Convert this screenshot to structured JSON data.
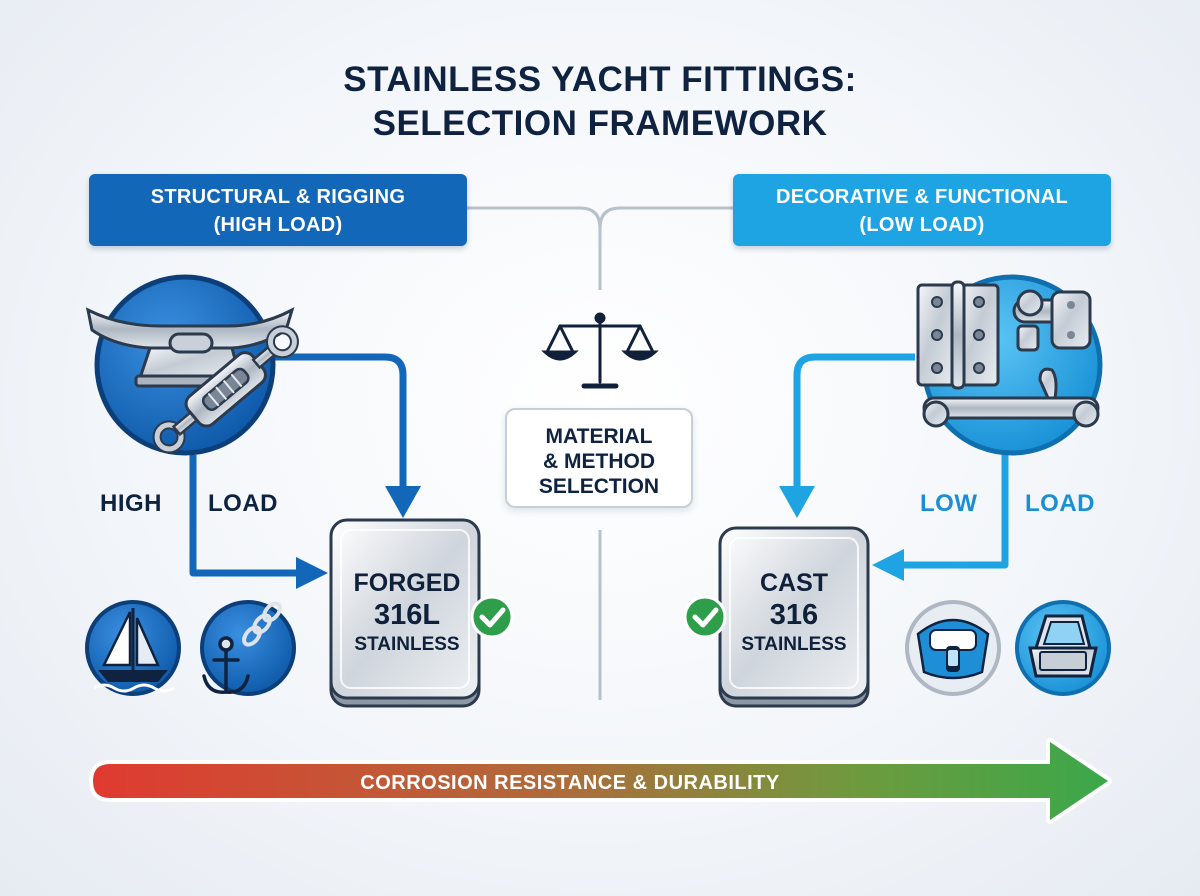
{
  "title": {
    "line1": "STAINLESS YACHT FITTINGS:",
    "line2": "SELECTION FRAMEWORK"
  },
  "categories": {
    "left": {
      "line1": "STRUCTURAL & RIGGING",
      "line2": "(HIGH LOAD)"
    },
    "right": {
      "line1": "DECORATIVE & FUNCTIONAL",
      "line2": "(LOW LOAD)"
    }
  },
  "center": {
    "line1": "MATERIAL",
    "line2": "& METHOD",
    "line3": "SELECTION"
  },
  "load_labels": {
    "left": {
      "word1": "HIGH",
      "word2": "LOAD"
    },
    "right": {
      "word1": "LOW",
      "word2": "LOAD"
    }
  },
  "materials": {
    "left": {
      "line1": "FORGED",
      "line2": "316L",
      "line3": "STAINLESS"
    },
    "right": {
      "line1": "CAST",
      "line2": "316",
      "line3": "STAINLESS"
    }
  },
  "bottom_arrow": {
    "label": "CORROSION RESISTANCE & DURABILITY"
  },
  "colors": {
    "dark_blue": "#1367b8",
    "light_blue": "#1ea3e3",
    "navy": "#0f2340",
    "check_green": "#2e9e4a",
    "gradient_start": "#e03a30",
    "gradient_end": "#3aa84a"
  },
  "icons": {
    "left_fittings": [
      "cleat-icon",
      "turnbuckle-icon"
    ],
    "left_applications": [
      "sailboat-icon",
      "anchor-chain-icon"
    ],
    "right_fittings": [
      "hinge-icon",
      "latch-icon",
      "handrail-icon"
    ],
    "right_applications": [
      "boat-interior-icon",
      "deck-hatch-icon"
    ],
    "center": "balance-scale-icon",
    "status": "checkmark-icon"
  }
}
